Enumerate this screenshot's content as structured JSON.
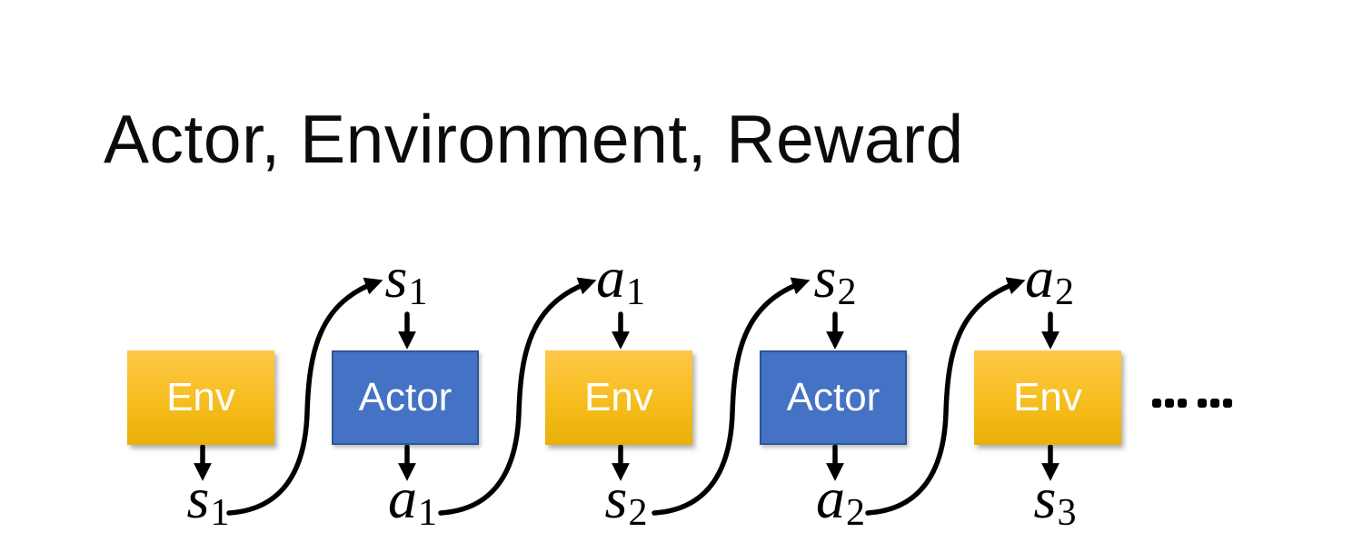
{
  "title": "Actor, Environment, Reward",
  "diagram": {
    "boxes": [
      {
        "label": "Env"
      },
      {
        "label": "Actor"
      },
      {
        "label": "Env"
      },
      {
        "label": "Actor"
      },
      {
        "label": "Env"
      }
    ],
    "top_labels": [
      {
        "base": "s",
        "sub": "1"
      },
      {
        "base": "a",
        "sub": "1"
      },
      {
        "base": "s",
        "sub": "2"
      },
      {
        "base": "a",
        "sub": "2"
      }
    ],
    "bottom_labels": [
      {
        "base": "s",
        "sub": "1"
      },
      {
        "base": "a",
        "sub": "1"
      },
      {
        "base": "s",
        "sub": "2"
      },
      {
        "base": "a",
        "sub": "2"
      },
      {
        "base": "s",
        "sub": "3"
      }
    ],
    "ellipsis": "……",
    "colors": {
      "title_text": "#0B0B0B",
      "env_gradient_top": "#FFC848",
      "env_gradient_bottom": "#E9B008",
      "actor_fill": "#4472C4",
      "actor_border": "#2E5597",
      "text_on_box": "#FFFFFF",
      "arrow": "#000000"
    }
  }
}
